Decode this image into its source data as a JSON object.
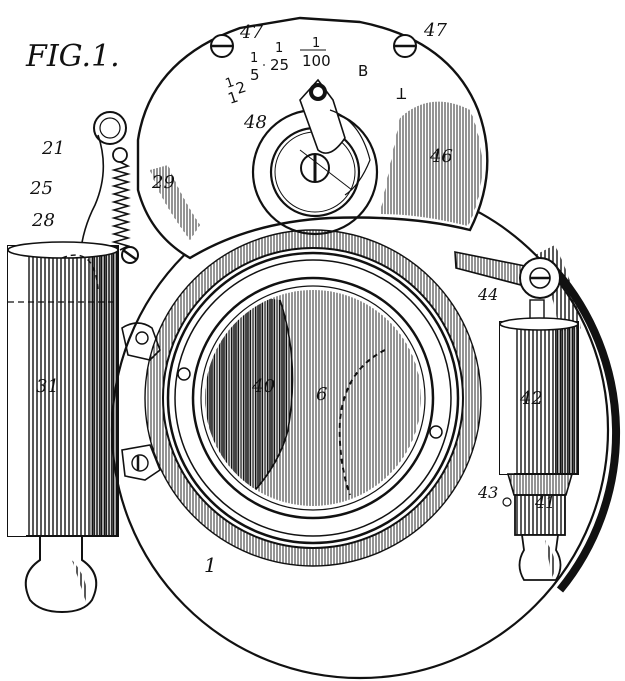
{
  "figure": {
    "title": "FIG.1."
  },
  "scale_marks": {
    "s100": "100",
    "s25": "25",
    "s5": "5",
    "s2": "2",
    "one_a": "1",
    "one_b": "1",
    "one_c": "1",
    "one_d": "1",
    "one_e": "1",
    "b": "B",
    "t": "T"
  },
  "labels": {
    "l47a": "47",
    "l47b": "47",
    "l48": "48",
    "l46": "46",
    "l21": "21",
    "l25": "25",
    "l29": "29",
    "l28": "28",
    "l31": "31",
    "l6": "6",
    "l42": "42",
    "l44": "44",
    "l43": "43",
    "l41": "41",
    "l40": "40",
    "l1": "1"
  },
  "colors": {
    "ink": "#111111",
    "paper": "#ffffff"
  }
}
